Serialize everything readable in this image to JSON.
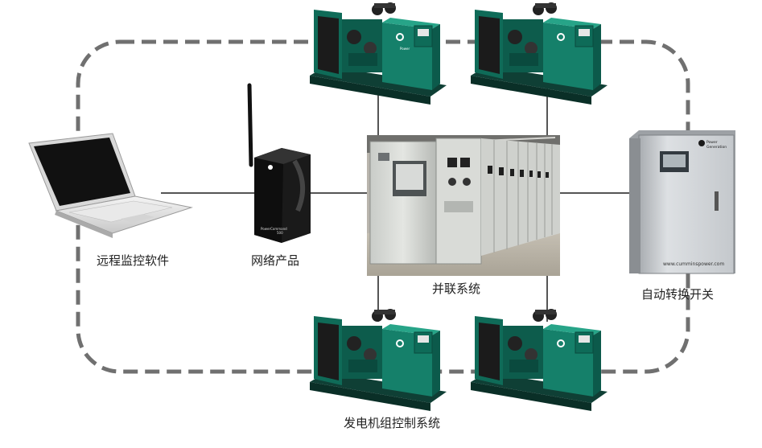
{
  "labels": {
    "remote_software": "远程监控软件",
    "network_product": "网络产品",
    "parallel_system": "并联系统",
    "ats": "自动转换开关",
    "genset_control": "发电机组控制系统"
  },
  "device_text": {
    "brand_power": "Power",
    "brand_generation": "Generation",
    "router_model": "PowerCommand",
    "router_num": "500",
    "ats_url": "www.cumminspower.com"
  },
  "colors": {
    "genset_green": "#15806a",
    "genset_green_dark": "#0c5a4b",
    "genset_green_light": "#27a488",
    "dashed_loop": "#707070",
    "connector": "#555555"
  }
}
